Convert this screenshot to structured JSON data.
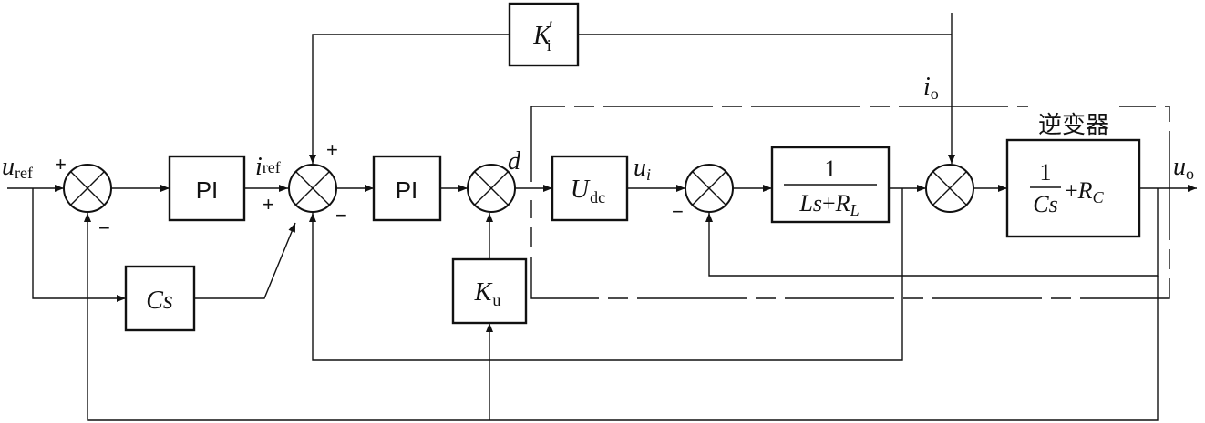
{
  "signals": {
    "u_ref_main": "u",
    "u_ref_sub": "ref",
    "i_ref_main": "i",
    "i_ref_sub": "ref",
    "d": "d",
    "u_i_main": "u",
    "u_i_sub": "i",
    "i_o_main": "i",
    "i_o_sub": "o",
    "u_o_main": "u",
    "u_o_sub": "o"
  },
  "blocks": {
    "pi1": "PI",
    "pi2": "PI",
    "cs": "Cs",
    "ki_main": "K",
    "ki_prime": "′",
    "ki_sub": "i",
    "ku_main": "K",
    "ku_sub": "u",
    "udc_main": "U",
    "udc_sub": "dc",
    "plant_num": "1",
    "plant_den_a": "Ls",
    "plant_den_plus": "+",
    "plant_den_b": "R",
    "plant_den_sub": "L",
    "cap_num": "1",
    "cap_den": "Cs",
    "cap_plus": "+",
    "cap_r": "R",
    "cap_sub": "C",
    "inverter_label": "逆变器"
  },
  "signs": {
    "s1_plus": "+",
    "s1_minus": "−",
    "s2_plus_top": "+",
    "s2_plus_left": "+",
    "s2_minus": "−",
    "s4_minus": "−"
  }
}
